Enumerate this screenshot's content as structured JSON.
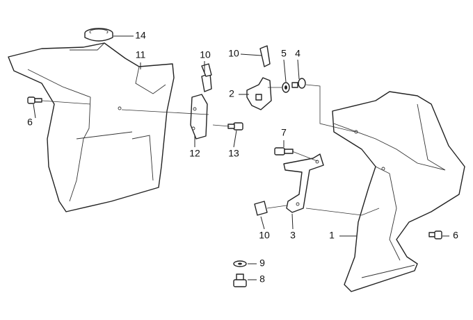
{
  "diagram": {
    "type": "exploded-parts-diagram",
    "callouts": [
      "14",
      "11",
      "10",
      "10",
      "5",
      "4",
      "2",
      "6",
      "12",
      "13",
      "7",
      "10",
      "3",
      "1",
      "6",
      "9",
      "8"
    ]
  }
}
